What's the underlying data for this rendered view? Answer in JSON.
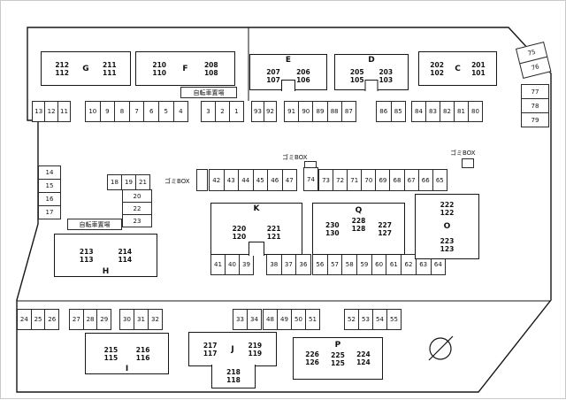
{
  "labels": {
    "bicycle_top": "自転車置場",
    "bicycle_mid": "自転車置場",
    "trash_left": "ゴミBOX",
    "trash_center": "ゴミBOX",
    "trash_right": "ゴミBOX"
  },
  "buildings": {
    "G": {
      "letter": "G",
      "u1t": "212",
      "u1b": "112",
      "u2t": "211",
      "u2b": "111"
    },
    "F": {
      "letter": "F",
      "u1t": "210",
      "u1b": "110",
      "u2t": "208",
      "u2b": "108"
    },
    "E": {
      "letter": "E",
      "u1t": "207",
      "u1b": "107",
      "u2t": "206",
      "u2b": "106"
    },
    "D": {
      "letter": "D",
      "u1t": "205",
      "u1b": "105",
      "u2t": "203",
      "u2b": "103"
    },
    "C": {
      "letter": "C",
      "u1t": "202",
      "u1b": "102",
      "u2t": "201",
      "u2b": "101"
    },
    "H": {
      "letter": "H",
      "u1t": "213",
      "u1b": "113",
      "u2t": "214",
      "u2b": "114"
    },
    "K": {
      "letter": "K",
      "u1t": "220",
      "u1b": "120",
      "u2t": "221",
      "u2b": "121"
    },
    "Q": {
      "letter": "Q",
      "u1t": "230",
      "u1b": "130",
      "u2t": "228",
      "u2b": "128",
      "u3t": "227",
      "u3b": "127"
    },
    "O": {
      "letter": "O",
      "u1t": "222",
      "u1b": "122",
      "u2t": "223",
      "u2b": "123"
    },
    "I": {
      "letter": "I",
      "u1t": "215",
      "u1b": "115",
      "u2t": "216",
      "u2b": "116"
    },
    "J": {
      "letter": "J",
      "u1t": "217",
      "u1b": "117",
      "u2t": "219",
      "u2b": "119",
      "u3t": "218",
      "u3b": "118"
    },
    "P": {
      "letter": "P",
      "u1t": "226",
      "u1b": "126",
      "u2t": "225",
      "u2b": "125",
      "u3t": "224",
      "u3b": "124"
    }
  },
  "parking": {
    "topA": [
      "13",
      "12",
      "11"
    ],
    "topB": [
      "10",
      "9",
      "8",
      "7",
      "6",
      "5",
      "4"
    ],
    "topC": [
      "3",
      "2",
      "1"
    ],
    "topD": [
      "93",
      "92"
    ],
    "topE": [
      "91",
      "90",
      "89",
      "88",
      "87"
    ],
    "topF": [
      "86",
      "85"
    ],
    "topG": [
      "84",
      "83",
      "82",
      "81",
      "80"
    ],
    "rightA": [
      "75",
      "76"
    ],
    "rightB": [
      "77",
      "78",
      "79"
    ],
    "leftStack": [
      "14",
      "15",
      "16",
      "17"
    ],
    "block18top": [
      "18",
      "19",
      "21"
    ],
    "block18col": [
      "20",
      "22",
      "23"
    ],
    "midA": [
      "42",
      "43",
      "44",
      "45",
      "46",
      "47"
    ],
    "mid74": [
      "74"
    ],
    "midB": [
      "73",
      "72",
      "71",
      "70",
      "69",
      "68",
      "67",
      "66",
      "65"
    ],
    "lowA": [
      "41",
      "40",
      "39"
    ],
    "lowB": [
      "38",
      "37",
      "36"
    ],
    "lowC": [
      "56",
      "57",
      "58",
      "59",
      "60",
      "61",
      "62",
      "63",
      "64"
    ],
    "botA": [
      "24",
      "25",
      "26"
    ],
    "botB": [
      "27",
      "28",
      "29"
    ],
    "botC": [
      "30",
      "31",
      "32"
    ],
    "botD": [
      "33",
      "34"
    ],
    "botE": [
      "48",
      "49",
      "50",
      "51"
    ],
    "botF": [
      "52",
      "53",
      "54",
      "55"
    ]
  }
}
